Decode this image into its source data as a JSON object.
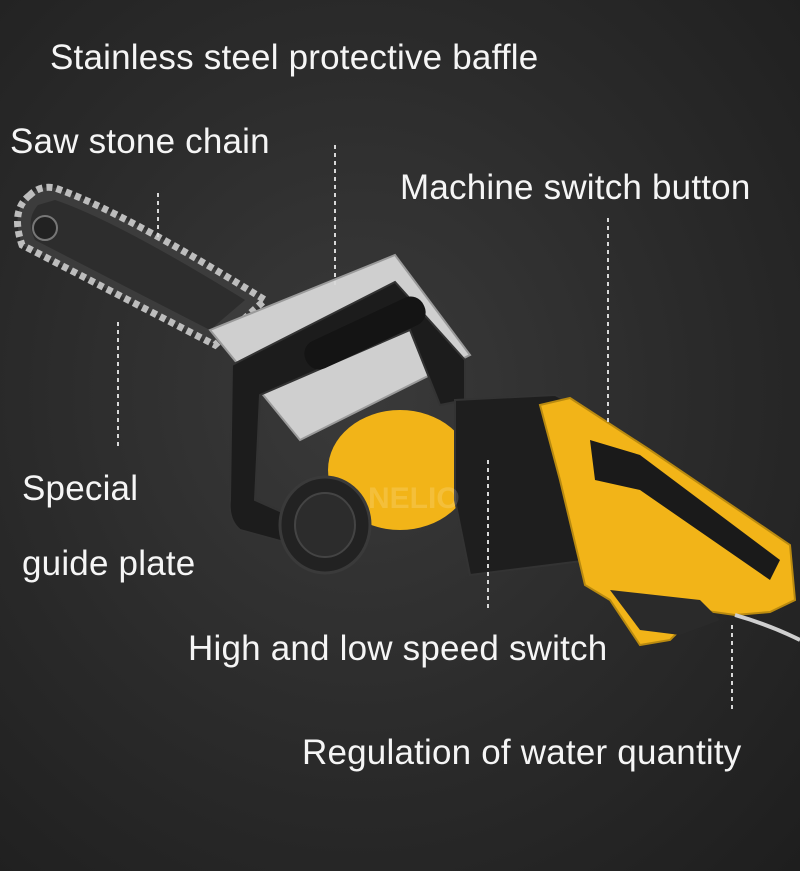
{
  "labels": {
    "baffle": "Stainless steel protective baffle",
    "chain": "Saw stone chain",
    "machine_switch": "Machine switch button",
    "guide_line1": "Special",
    "guide_line2": "guide plate",
    "speed_switch": "High and low speed switch",
    "water": "Regulation of water quantity"
  },
  "watermark": "NELIO",
  "colors": {
    "background": "#262626",
    "body_yellow": "#f2b418",
    "body_black": "#1a1a1a",
    "steel": "#c9c9c9",
    "text": "#f5f5f5"
  }
}
